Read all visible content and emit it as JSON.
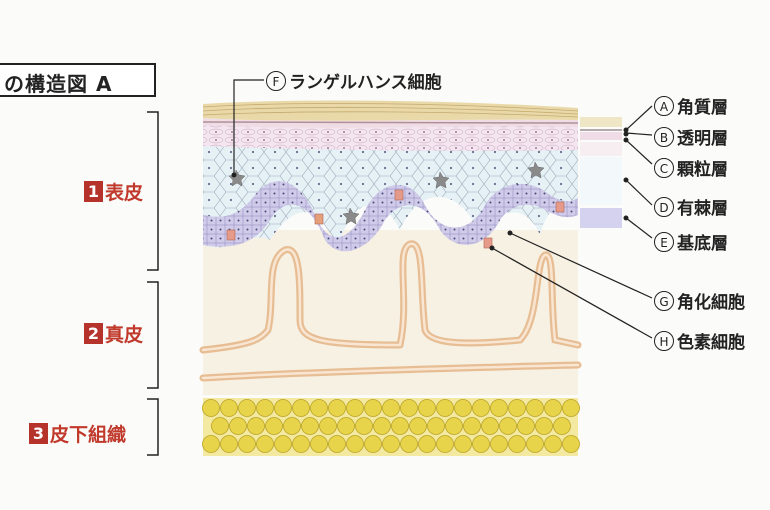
{
  "title": "の構造図 A",
  "sections": [
    {
      "num": "1",
      "label": "表皮"
    },
    {
      "num": "2",
      "label": "真皮"
    },
    {
      "num": "3",
      "label": "皮下組織"
    }
  ],
  "callouts": {
    "A": {
      "letter": "A",
      "label": "角質層"
    },
    "B": {
      "letter": "B",
      "label": "透明層"
    },
    "C": {
      "letter": "C",
      "label": "顆粒層"
    },
    "D": {
      "letter": "D",
      "label": "有棘層"
    },
    "E": {
      "letter": "E",
      "label": "基底層"
    },
    "F": {
      "letter": "F",
      "label": "ランゲルハンス細胞"
    },
    "G": {
      "letter": "G",
      "label": "角化細胞"
    },
    "H": {
      "letter": "H",
      "label": "色素細胞"
    }
  },
  "colors": {
    "stratum_corneum": "#e9d9a8",
    "stratum_lucidum": "#f0dce4",
    "stratum_granulosum": "#f4e6f0",
    "stratum_spinosum": "#e6f1f6",
    "stratum_basale": "#cfcbe8",
    "papilla": "#efc79c",
    "dermis": "#f7f1e3",
    "fat": "#e8d44a",
    "section_accent": "#b5332a"
  }
}
